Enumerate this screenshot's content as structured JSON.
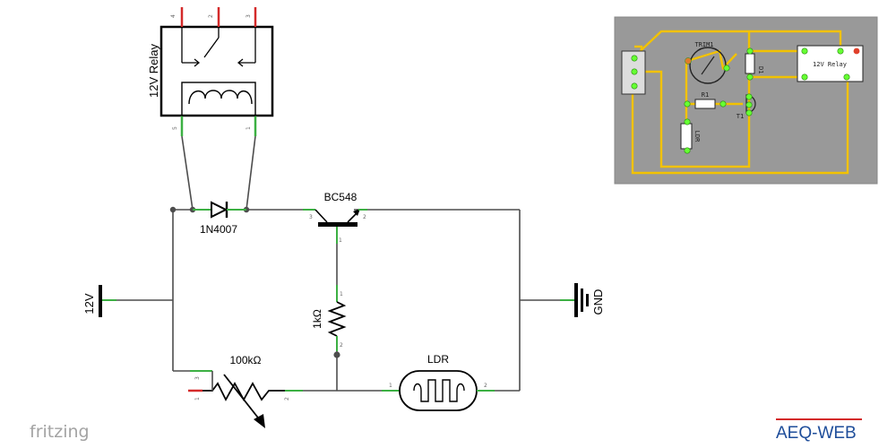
{
  "schematic": {
    "relay_label": "12V Relay",
    "relay_pins": [
      "4",
      "2",
      "3",
      "5",
      "1"
    ],
    "diode_label": "1N4007",
    "transistor_label": "BC548",
    "transistor_pins": [
      "3",
      "2",
      "1"
    ],
    "resistor_label": "1kΩ",
    "resistor_pins": [
      "1",
      "2"
    ],
    "pot_label": "100kΩ",
    "pot_pins": [
      "3",
      "1",
      "2"
    ],
    "ldr_label": "LDR",
    "ldr_pins": [
      "1",
      "2"
    ],
    "supply_label": "12V",
    "ground_label": "GND"
  },
  "pcb": {
    "trim_label": "TRIM1",
    "diode_label": "D1",
    "relay_label": "12V Relay",
    "resistor_label": "R1",
    "transistor_label": "T1",
    "ldr_label": "LDR"
  },
  "footer": {
    "brand": "fritzing",
    "logo": "AEQ-WEB"
  },
  "colors": {
    "wire": "#4d4d4d",
    "pin_green": "#3cb043",
    "pin_red": "#d42a2a",
    "pcb_bg": "#999999",
    "pcb_trace": "#f2c200",
    "pcb_pad": "#66ff33",
    "logo_blue": "#1e4d9a",
    "logo_red": "#d42a2a"
  }
}
